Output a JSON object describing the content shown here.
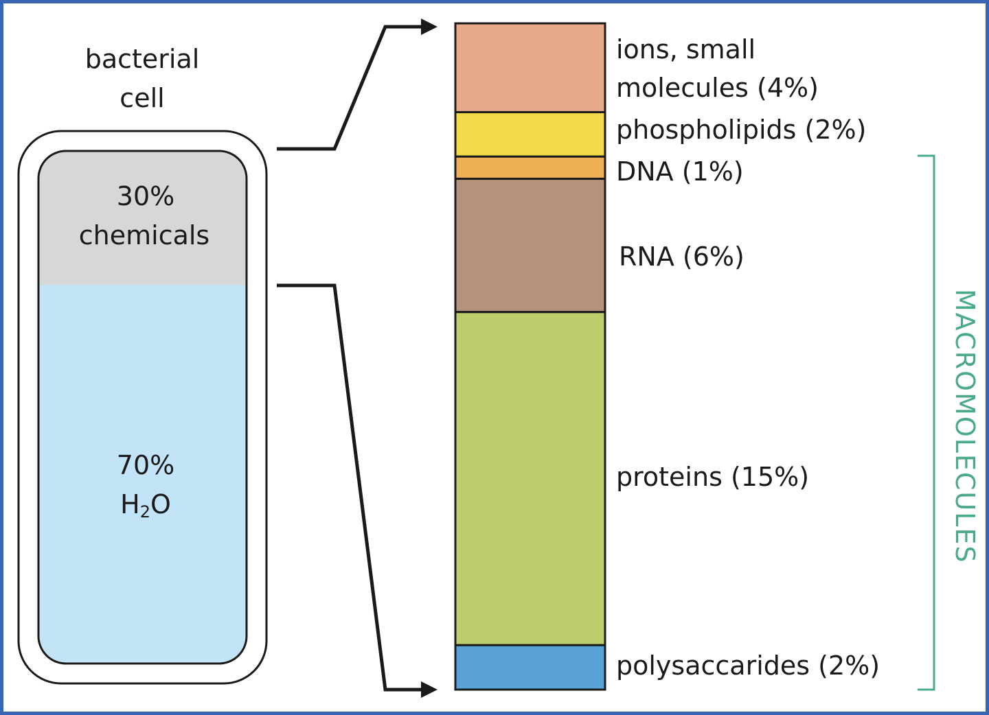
{
  "cell": {
    "title_line1": "bacterial",
    "title_line2": "cell",
    "chemicals_pct": "30%",
    "chemicals_label": "chemicals",
    "water_pct": "70%",
    "water_h": "H",
    "water_sub": "2",
    "water_o": "O",
    "chemicals_fraction": 0.3,
    "water_fraction": 0.7
  },
  "components": [
    {
      "label_line1": "ions, small",
      "label_line2": "molecules (4%)",
      "percent": 4,
      "color": "#e8a88a"
    },
    {
      "label_line1": "phospholipids (2%)",
      "label_line2": "",
      "percent": 2,
      "color": "#f2d94a"
    },
    {
      "label_line1": "DNA (1%)",
      "label_line2": "",
      "percent": 1,
      "color": "#eeb055"
    },
    {
      "label_line1": "RNA (6%)",
      "label_line2": "",
      "percent": 6,
      "color": "#b4927e"
    },
    {
      "label_line1": "proteins (15%)",
      "label_line2": "",
      "percent": 15,
      "color": "#bfcc6c"
    },
    {
      "label_line1": "polysaccarides (2%)",
      "label_line2": "",
      "percent": 2,
      "color": "#5aa3d8"
    }
  ],
  "macromolecules": {
    "label": "MACROMOLECULES",
    "color": "#4aa987"
  },
  "colors": {
    "frame": "#3a64b4",
    "chemicals_fill": "#d5d8d6",
    "water_fill": "#c3e3f6",
    "stroke": "#1a1a1a"
  }
}
